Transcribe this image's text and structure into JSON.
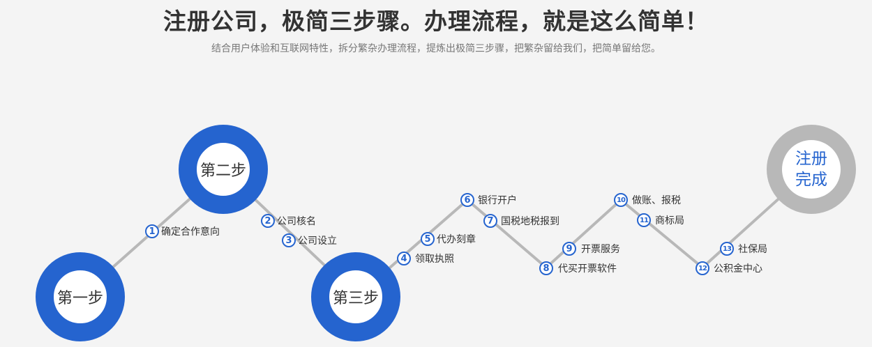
{
  "header": {
    "title": "注册公司，极简三步骤。办理流程，就是这么简单！",
    "subtitle": "结合用户体验和互联网特性，拆分繁杂办理流程，提炼出极简三步骤，把繁杂留给我们，把简单留给您。"
  },
  "stages": {
    "step1": "第一步",
    "step2": "第二步",
    "step3": "第三步",
    "done_line1": "注册",
    "done_line2": "完成"
  },
  "steps": [
    {
      "num": "1",
      "label": "确定合作意向"
    },
    {
      "num": "2",
      "label": "公司核名"
    },
    {
      "num": "3",
      "label": "公司设立"
    },
    {
      "num": "4",
      "label": "领取执照"
    },
    {
      "num": "5",
      "label": "代办刻章"
    },
    {
      "num": "6",
      "label": "银行开户"
    },
    {
      "num": "7",
      "label": "国税地税报到"
    },
    {
      "num": "8",
      "label": "代买开票软件"
    },
    {
      "num": "9",
      "label": "开票服务"
    },
    {
      "num": "10",
      "label": "做账、报税"
    },
    {
      "num": "11",
      "label": "商标局"
    },
    {
      "num": "12",
      "label": "公积金中心"
    },
    {
      "num": "13",
      "label": "社保局"
    }
  ],
  "colors": {
    "accent": "#2564cf",
    "line": "#b8b8b8"
  }
}
